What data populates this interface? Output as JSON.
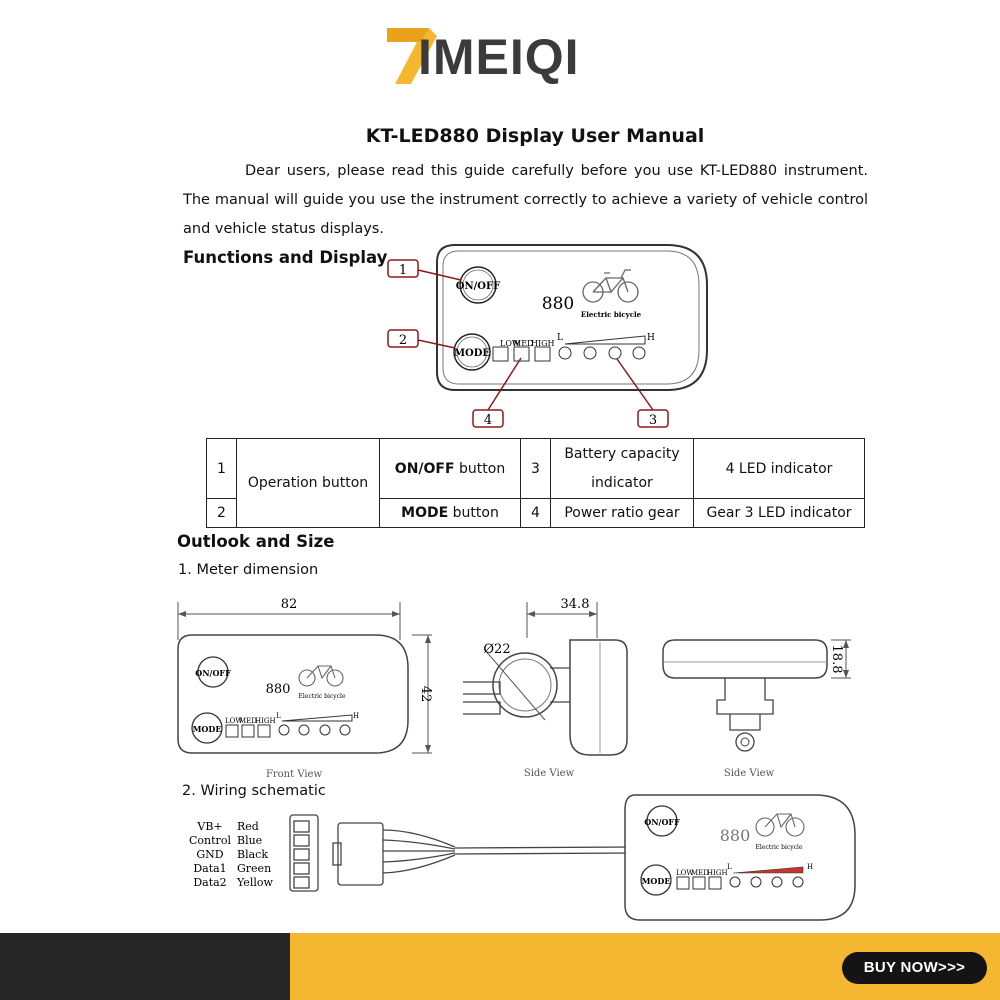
{
  "brand": {
    "logo_text": "IMEIQI",
    "logo_icon": "stylized-7-logo-icon",
    "accent": "#f5b630",
    "dark": "#262626"
  },
  "title": "KT-LED880 Display User Manual",
  "intro": "Dear users, please read this guide carefully before you use KT-LED880 instrument. The manual will guide you use the instrument correctly to achieve a variety of vehicle control and vehicle status displays.",
  "sections": {
    "functions": "Functions and Display",
    "outlook": "Outlook and Size",
    "meter_dimension": "1. Meter dimension",
    "wiring": "2. Wiring schematic"
  },
  "display": {
    "on_off": "ON/OFF",
    "mode": "MODE",
    "speed": "880",
    "caption": "Electric bicycle",
    "low": "LOW",
    "med": "MED",
    "high": "HIGH",
    "bar_low": "L",
    "bar_high": "H",
    "callouts": [
      "1",
      "2",
      "3",
      "4"
    ]
  },
  "func_table": {
    "rows": [
      {
        "num": "1",
        "group": "Operation button",
        "item_bold": "ON/OFF",
        "item_rest": " button",
        "num2": "3",
        "name": "Battery capacity indicator",
        "desc": "4 LED indicator"
      },
      {
        "num": "2",
        "item_bold": "MODE",
        "item_rest": " button",
        "num2": "4",
        "name": "Power ratio gear",
        "desc": "Gear 3 LED indicator"
      }
    ]
  },
  "dimensions": {
    "width": "82",
    "height": "42",
    "depth": "34.8",
    "clamp": "Ø22",
    "thickness": "18.8",
    "front_view": "Front View",
    "side_view_1": "Side View",
    "side_view_2": "Side View"
  },
  "wiring": {
    "pins": [
      {
        "signal": "VB+",
        "color": "Red"
      },
      {
        "signal": "Control",
        "color": "Blue"
      },
      {
        "signal": "GND",
        "color": "Black"
      },
      {
        "signal": "Data1",
        "color": "Green"
      },
      {
        "signal": "Data2",
        "color": "Yellow"
      }
    ]
  },
  "footer": {
    "buy_now": "BUY NOW>>>"
  }
}
